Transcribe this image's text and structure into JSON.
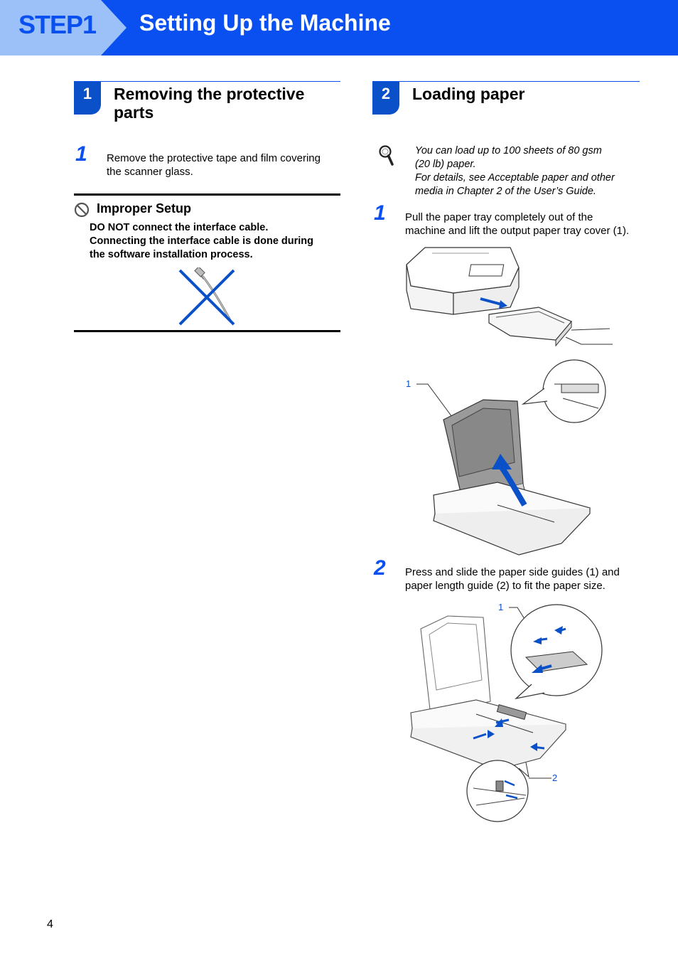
{
  "header": {
    "step_label": "STEP1",
    "title": "Setting Up the Machine"
  },
  "section1": {
    "number": "1",
    "title_line1": "Removing the protective",
    "title_line2": "parts",
    "step1_number": "1",
    "step1_text_line1": "Remove the protective tape and film covering",
    "step1_text_line2": "the scanner glass.",
    "warning": {
      "title": "Improper Setup",
      "line1": "DO NOT connect the interface cable.",
      "line2": "Connecting the interface cable is done during",
      "line3": "the software installation process."
    }
  },
  "section2": {
    "number": "2",
    "title": "Loading paper",
    "note_line1": "You can load up to 100 sheets of 80 gsm",
    "note_line2": "(20 lb) paper.",
    "note_line3": "For details, see Acceptable paper and other",
    "note_line4": "media in Chapter 2 of the User’s Guide.",
    "step1_number": "1",
    "step1_text_line1": "Pull the paper tray completely out of the",
    "step1_text_line2": "machine and lift the output paper tray cover (1).",
    "step2_number": "2",
    "step2_text_line1": "Press and slide the paper side guides (1) and",
    "step2_text_line2": "paper length guide (2) to fit the paper size.",
    "callout_a": "1",
    "callout_b": "1",
    "callout_c": "2"
  },
  "footer": {
    "page_number": "4"
  },
  "colors": {
    "brand_blue": "#0a50f0",
    "badge_blue": "#0a50c8"
  }
}
